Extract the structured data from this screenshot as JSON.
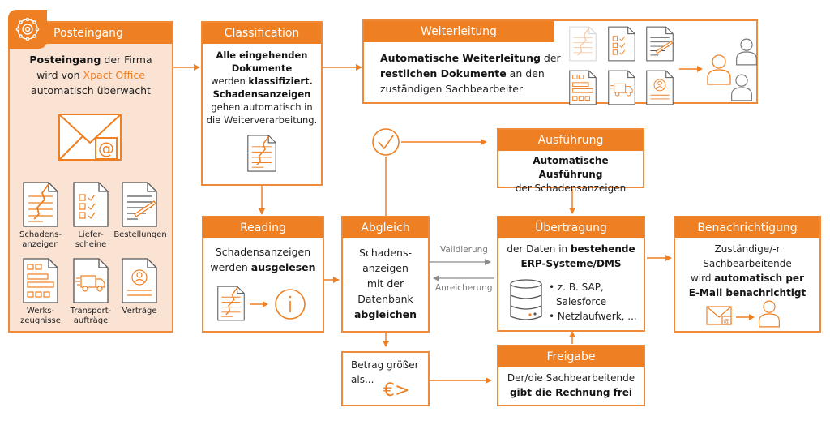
{
  "colors": {
    "accent": "#ee7f22",
    "peach": "#fbe3d4",
    "gray": "#8a8a8a"
  },
  "posteingang": {
    "title": "Posteingang",
    "icon": "gear-network-icon",
    "line1_bold": "Posteingang",
    "line1_rest": " der Firma",
    "line2_pre": "wird von ",
    "line2_accent": "Xpact Office",
    "line3": "automatisch überwacht",
    "documents": [
      {
        "icon": "damage-report-doc-icon",
        "label1": "Schadens-",
        "label2": "anzeigen"
      },
      {
        "icon": "checklist-doc-icon",
        "label1": "Liefer-",
        "label2": "scheine"
      },
      {
        "icon": "signature-doc-icon",
        "label1": "Bestellungen",
        "label2": ""
      },
      {
        "icon": "form-doc-icon",
        "label1": "Werks-",
        "label2": "zeugnisse"
      },
      {
        "icon": "truck-doc-icon",
        "label1": "Transport-",
        "label2": "aufträge"
      },
      {
        "icon": "contract-doc-icon",
        "label1": "Verträge",
        "label2": ""
      }
    ]
  },
  "classification": {
    "title": "Classification",
    "l1": "Alle eingehenden",
    "l2": "Dokumente",
    "l3_pre": "werden ",
    "l3_bold": "klassifiziert.",
    "l4": "Schadensanzeigen",
    "l5": "gehen automatisch in",
    "l6": "die Weiterverarbeitung."
  },
  "weiterleitung": {
    "title": "Weiterleitung",
    "l1_bold": "Automatische Weiterleitung",
    "l1_rest": " der",
    "l2_bold": "restlichen Dokumente",
    "l2_rest": " an den",
    "l3": "zuständigen Sachbearbeiter"
  },
  "ausfuehrung": {
    "title": "Ausführung",
    "l1": "Automatische Ausführung",
    "l2": "der Schadensanzeigen"
  },
  "reading": {
    "title": "Reading",
    "l1": "Schadensanzeigen",
    "l2_pre": "werden ",
    "l2_bold": "ausgelesen"
  },
  "abgleich": {
    "title": "Abgleich",
    "l1": "Schadens-",
    "l2": "anzeigen",
    "l3": "mit der",
    "l4": "Datenbank",
    "l5": "abgleichen"
  },
  "arrows": {
    "validierung": "Validierung",
    "anreicherung": "Anreicherung"
  },
  "uebertragung": {
    "title": "Übertragung",
    "l1_pre": "der Daten in ",
    "l1_bold": "bestehende",
    "l2": "ERP-Systeme/DMS",
    "bullets": [
      "• z. B. SAP,",
      "Salesforce",
      "• Netzlaufwerk, ..."
    ]
  },
  "benachrichtigung": {
    "title": "Benachrichtigung",
    "l1": "Zuständige/-r",
    "l2": "Sachbearbeitende",
    "l3_pre": "wird ",
    "l3_bold": "automatisch per",
    "l4": "E-Mail benachrichtigt"
  },
  "betrag": {
    "l1": "Betrag größer",
    "l2": "als...",
    "symbol": "€>"
  },
  "freigabe": {
    "title": "Freigabe",
    "l1": "Der/die Sachbearbeitende",
    "l2": "gibt die Rechnung frei"
  }
}
